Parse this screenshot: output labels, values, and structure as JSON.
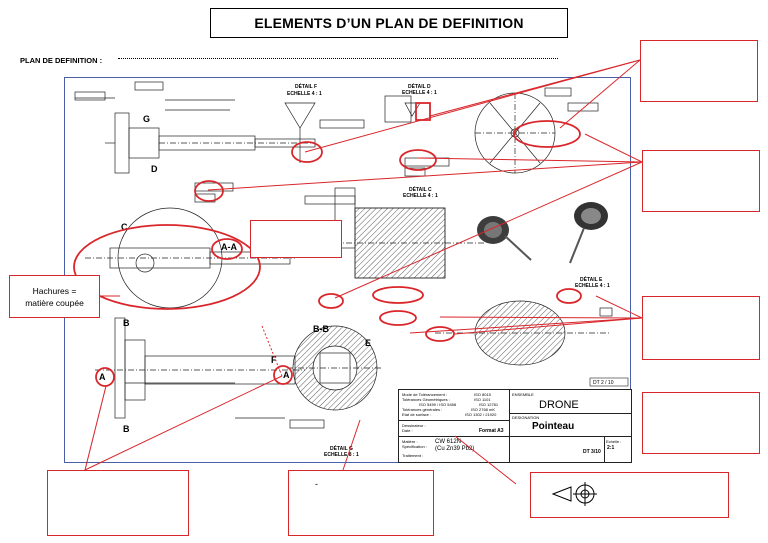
{
  "header": {
    "title": "ELEMENTS D’UN PLAN DE DEFINITION",
    "plan_label": "PLAN DE DEFINITION :"
  },
  "annotations": {
    "hachures_line1": "Hachures =",
    "hachures_line2": "matière coupée",
    "dash_text": "-"
  },
  "drawing": {
    "detail_f": "DÉTAIL F",
    "detail_f_scale": "ECHELLE 4 : 1",
    "detail_d": "DÉTAIL D",
    "detail_d_scale": "ECHELLE 4 : 1",
    "detail_c": "DÉTAIL C",
    "detail_c_scale": "ECHELLE 4 : 1",
    "detail_e": "DÉTAIL E",
    "detail_e_scale": "ECHELLE 4 : 1",
    "detail_g": "DÉTAIL G",
    "detail_g_scale": "ECHELLE 8 : 1",
    "section_aa": "A-A",
    "section_bb": "B-B",
    "letter_a_left": "A",
    "letter_a_right": "A",
    "letter_b_top": "B",
    "letter_b_bottom": "B",
    "letter_c": "C",
    "letter_d": "D",
    "letter_e": "E",
    "letter_f": "F",
    "letter_g": "G",
    "dt_ref": "DT 2 / 10"
  },
  "title_block": {
    "ensemble_label": "ENSEMBLE",
    "ensemble": "DRONE",
    "designation_label": "DESIGNATION",
    "designation": "Pointeau",
    "tolerancement_1": "Mode de Tolérancement :",
    "tolerancement_1_val": "ISO 8015",
    "tolerancement_2": "Tolérances Géométriques :",
    "tolerancement_2_val": "ISO 1101",
    "tolerancement_3_val": "ISO 5459 / ISO 5458",
    "tolerancement_3b_val": "ISO 12781",
    "tolerancement_4": "Tolérances générales :",
    "tolerancement_4_val": "ISO 2768 mK",
    "tolerancement_5": "Etat de surface :",
    "tolerancement_5_val": "ISO 1302 / 21920",
    "dessinateur": "Dessinateur :",
    "date": "Date :",
    "format": "Format A3",
    "matiere_label": "Matière :",
    "specification_label": "Spécification :",
    "traitement_label": "Traitement :",
    "matiere": "CW 612N",
    "matiere_detail": "(Cu Zn39 Pb2)",
    "echelle_label": "Echelle :",
    "echelle": "2:1",
    "doc_ref": "DT 3/10"
  },
  "icons": {
    "tolerance_symbol": "conical-taper-and-circle-target-icon"
  },
  "colors": {
    "annotation_red": "#d9262b",
    "frame_blue": "#4a5fa8"
  }
}
